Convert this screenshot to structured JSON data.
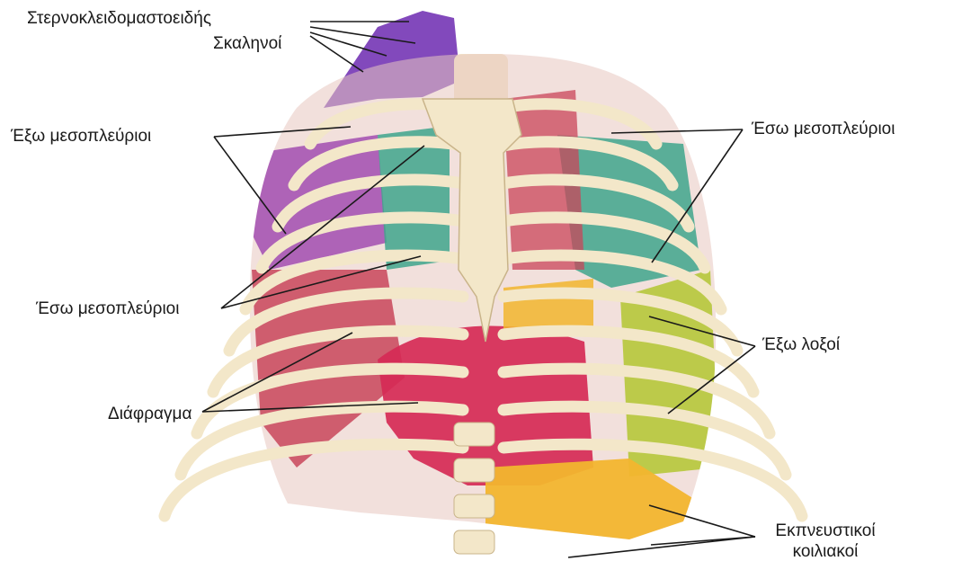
{
  "labels": {
    "sternocleidomastoid": "Στερνοκλειδομαστοειδής",
    "scalenes": "Σκαληνοί",
    "external_intercostals_left": "Έξω μεσοπλεύριοι",
    "internal_intercostals_left": "Έσω μεσοπλεύριοι",
    "diaphragm": "Διάφραγμα",
    "internal_intercostals_right": "Έσω μεσοπλεύριοι",
    "external_obliques": "Έξω λοξοί",
    "expiratory_abdominals_line1": "Εκπνευστικοί",
    "expiratory_abdominals_line2": "κοιλιακοί"
  },
  "colors": {
    "bone": "#f3e7c9",
    "bone_edge": "#c9b48a",
    "neck_muscles": "#7b3fb8",
    "external_intercostals": "#a24cb0",
    "internal_intercostals": "#3fa48c",
    "intercostal_red": "#c9455a",
    "diaphragm": "#d62a55",
    "external_obliques": "#b6c83a",
    "abdominals": "#f2b52e",
    "leader_line": "#1a1a1a"
  }
}
